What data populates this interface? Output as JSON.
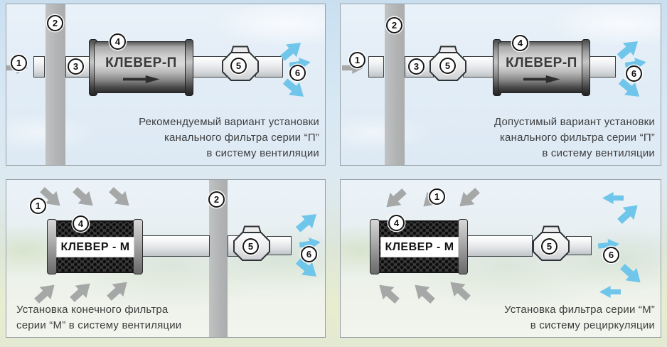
{
  "colors": {
    "intake_air_arrow": "#a6a8a7",
    "clean_air_arrow": "#6fc5ea",
    "wall": "#b2b4b5",
    "caption_text": "#3e3e3e",
    "filter_p_label_text": "#3a3a3a",
    "filter_m_label_text": "#141414",
    "panel_border": "#99a0a6"
  },
  "panels": [
    {
      "name": "recommended-duct-filter-p",
      "filter_label": "КЛЕВЕР-П",
      "caption_lines": [
        "Рекомендуемый вариант установки",
        "канального фильтра серии “П”",
        "в систему вентиляции"
      ],
      "markers": {
        "m1": "1",
        "m2": "2",
        "m3": "3",
        "m4": "4",
        "m5": "5",
        "m6": "6"
      }
    },
    {
      "name": "allowed-duct-filter-p",
      "filter_label": "КЛЕВЕР-П",
      "caption_lines": [
        "Допустимый вариант установки",
        "канального фильтра серии “П”",
        "в систему вентиляции"
      ],
      "markers": {
        "m1": "1",
        "m2": "2",
        "m3": "3",
        "m4": "4",
        "m5": "5",
        "m6": "6"
      }
    },
    {
      "name": "end-filter-m-ventilation",
      "filter_label": "КЛЕВЕР - М",
      "caption_lines": [
        "Установка конечного фильтра",
        "серии “М” в систему вентиляции"
      ],
      "markers": {
        "m1": "1",
        "m2": "2",
        "m4": "4",
        "m5": "5",
        "m6": "6"
      }
    },
    {
      "name": "filter-m-recirculation",
      "filter_label": "КЛЕВЕР - М",
      "caption_lines": [
        "Установка фильтра серии “М”",
        "в систему рециркуляции"
      ],
      "markers": {
        "m1": "1",
        "m4": "4",
        "m5": "5",
        "m6": "6"
      }
    }
  ]
}
